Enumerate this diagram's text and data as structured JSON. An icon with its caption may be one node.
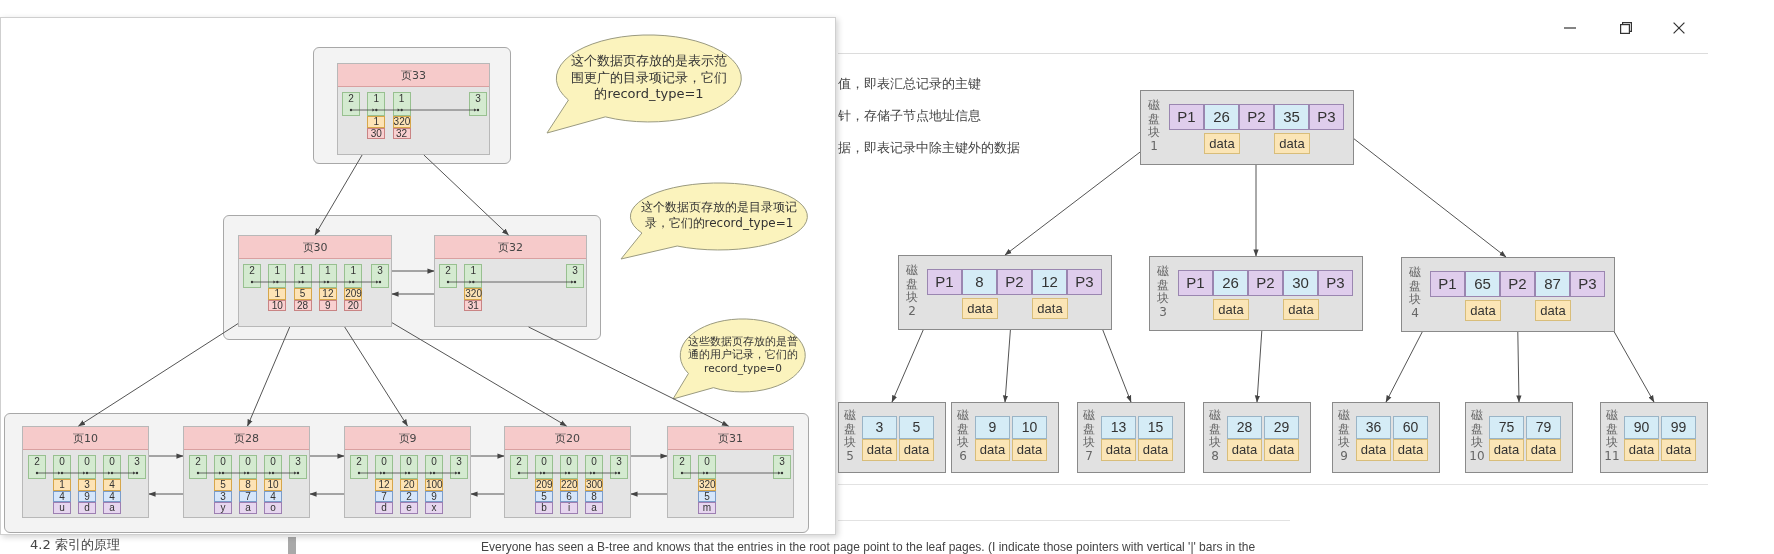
{
  "diagram": {
    "nodes": [
      {
        "text": [],
        "shape": "box"
      },
      {
        "text": [
          "页33",
          "2",
          "1",
          "1",
          "3",
          "1",
          "30",
          "320",
          "32"
        ],
        "in": 0
      },
      {
        "text": [
          "这个数据页存放的是表示范围更广的目录项记录，它们的record_type=1"
        ]
      },
      {
        "text": [],
        "shape": "box"
      },
      {
        "text": [
          "页30",
          "2",
          "1",
          "1",
          "1",
          "1",
          "3",
          "1",
          "10",
          "5",
          "28",
          "12",
          "9",
          "209",
          "20"
        ],
        "in": 3
      },
      {
        "text": [
          "页32",
          "2",
          "1",
          "3",
          "320",
          "31"
        ],
        "in": 3
      },
      {
        "text": [
          "这个数据页存放的是目录项记录，它们的record_type=1"
        ]
      },
      {
        "text": [
          "这些数据页存放的是普通的用户记录，它们的record_type=0"
        ]
      },
      {
        "text": [],
        "shape": "box"
      },
      {
        "text": [
          "页10",
          "2",
          "0",
          "0",
          "0",
          "3",
          "1",
          "4",
          "u",
          "3",
          "9",
          "d",
          "4",
          "4",
          "a"
        ],
        "in": 8
      },
      {
        "text": [
          "页28",
          "2",
          "0",
          "0",
          "0",
          "3",
          "5",
          "3",
          "y",
          "8",
          "7",
          "a",
          "10",
          "4",
          "o"
        ],
        "in": 8
      },
      {
        "text": [
          "页9",
          "2",
          "0",
          "0",
          "0",
          "3",
          "12",
          "7",
          "d",
          "20",
          "2",
          "e",
          "100",
          "9",
          "x"
        ],
        "in": 8
      },
      {
        "text": [
          "页20",
          "2",
          "0",
          "0",
          "0",
          "3",
          "209",
          "5",
          "b",
          "220",
          "6",
          "i",
          "300",
          "8",
          "a"
        ],
        "in": 8
      },
      {
        "text": [
          "页31",
          "2",
          "0",
          "3",
          "320",
          "5",
          "m"
        ],
        "in": 8
      },
      {
        "text": [
          "磁盘块1",
          "P1",
          "26",
          "P2",
          "35",
          "P3",
          "data",
          "data"
        ]
      },
      {
        "text": [
          "磁盘块2",
          "P1",
          "8",
          "P2",
          "12",
          "P3",
          "data",
          "data"
        ]
      },
      {
        "text": [
          "磁盘块3",
          "P1",
          "26",
          "P2",
          "30",
          "P3",
          "data",
          "data"
        ]
      },
      {
        "text": [
          "磁盘块4",
          "P1",
          "65",
          "P2",
          "87",
          "P3",
          "data",
          "data"
        ]
      },
      {
        "text": [
          "磁盘块5",
          "3",
          "5",
          "data",
          "data"
        ]
      },
      {
        "text": [
          "磁盘块6",
          "9",
          "10",
          "data",
          "data"
        ]
      },
      {
        "text": [
          "磁盘块7",
          "13",
          "15",
          "data",
          "data"
        ]
      },
      {
        "text": [
          "磁盘块8",
          "28",
          "29",
          "data",
          "data"
        ]
      },
      {
        "text": [
          "磁盘块9",
          "36",
          "60",
          "data",
          "data"
        ]
      },
      {
        "text": [
          "磁盘块10",
          "75",
          "79",
          "data",
          "data"
        ]
      },
      {
        "text": [
          "磁盘块11",
          "90",
          "99",
          "data",
          "data"
        ]
      }
    ],
    "edges": [
      {
        "from": 1,
        "to": 4,
        "arrow": "to"
      },
      {
        "from": 1,
        "to": 5,
        "arrow": "to"
      },
      {
        "from": 4,
        "to": 5,
        "arrow": "to"
      },
      {
        "from": 5,
        "to": 4,
        "arrow": "to"
      },
      {
        "from": 4,
        "to": 9,
        "arrow": "to"
      },
      {
        "from": 4,
        "to": 10,
        "arrow": "to"
      },
      {
        "from": 4,
        "to": 11,
        "arrow": "to"
      },
      {
        "from": 4,
        "to": 12,
        "arrow": "to"
      },
      {
        "from": 5,
        "to": 13,
        "arrow": "to"
      },
      {
        "from": 9,
        "to": 10,
        "arrow": "to"
      },
      {
        "from": 10,
        "to": 9,
        "arrow": "to"
      },
      {
        "from": 10,
        "to": 11,
        "arrow": "to"
      },
      {
        "from": 11,
        "to": 10,
        "arrow": "to"
      },
      {
        "from": 11,
        "to": 12,
        "arrow": "to"
      },
      {
        "from": 12,
        "to": 11,
        "arrow": "to"
      },
      {
        "from": 12,
        "to": 13,
        "arrow": "to"
      },
      {
        "from": 13,
        "to": 12,
        "arrow": "to"
      },
      {
        "from": 14,
        "to": 15,
        "arrow": "to"
      },
      {
        "from": 14,
        "to": 16,
        "arrow": "to"
      },
      {
        "from": 14,
        "to": 17,
        "arrow": "to"
      },
      {
        "from": 15,
        "to": 18,
        "arrow": "to"
      },
      {
        "from": 15,
        "to": 19,
        "arrow": "to"
      },
      {
        "from": 15,
        "to": 20,
        "arrow": "to"
      },
      {
        "from": 16,
        "to": 21,
        "arrow": "to"
      },
      {
        "from": 17,
        "to": 22,
        "arrow": "to"
      },
      {
        "from": 17,
        "to": 23,
        "arrow": "to"
      },
      {
        "from": 17,
        "to": 24,
        "arrow": "to"
      }
    ],
    "labels": [
      "值，即表汇总记录的主键",
      "针，存储子节点地址信息",
      "据，即表记录中除主键外的数据",
      "4.2 索引的原理",
      "Everyone has seen a B-tree and knows that the entries in the root page point to the leaf pages. (I indicate those pointers with vertical '|' bars in the"
    ]
  }
}
